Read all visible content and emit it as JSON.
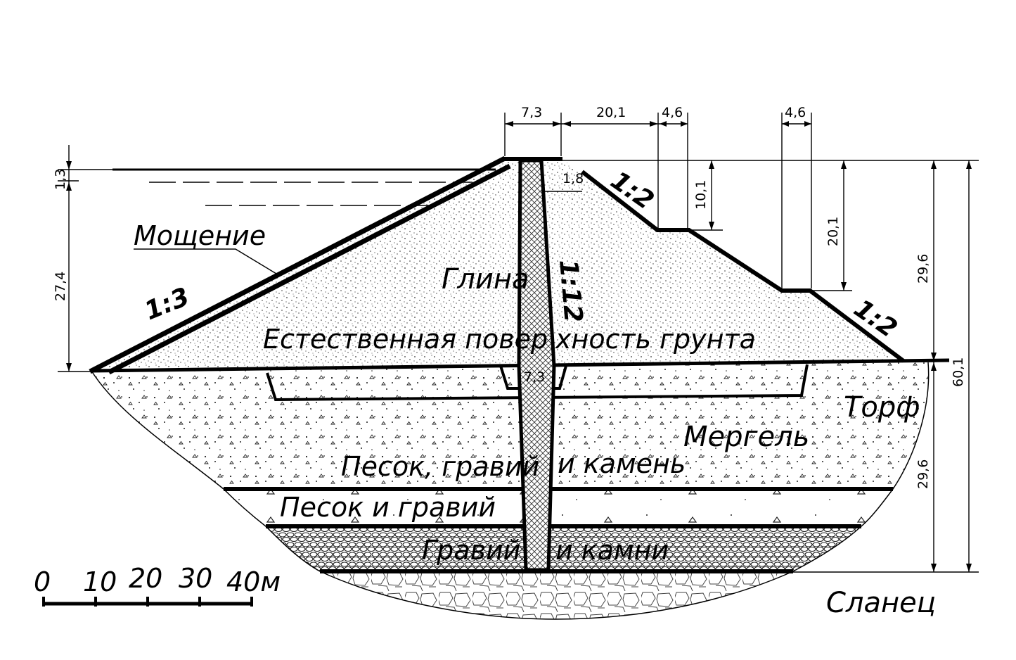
{
  "colors": {
    "ink": "#000000",
    "background": "#ffffff",
    "core_hatch": "#cccccc"
  },
  "materials": {
    "clay": "Глина",
    "ground_surface_left": "Естественная повер",
    "ground_surface_right": "хность грунта",
    "peat": "Торф",
    "marl": "Мергель",
    "sand_gravel_stone_left": "Песок, гравий",
    "sand_gravel_stone_right": "и камень",
    "sand_and_gravel": "Песок и гравий",
    "gravel_left": "Гравий",
    "gravel_right": "и камни",
    "shale": "Сланец",
    "paving": "Мощение"
  },
  "slopes": {
    "upstream": "1:3",
    "downstream_upper": "1:2",
    "downstream_lower": "1:2",
    "core": "1:12"
  },
  "dimensions": {
    "crest_width": "7,3",
    "berm_offset": "20,1",
    "berm_width_1": "4,6",
    "berm_width_2": "4,6",
    "freeboard": "1,3",
    "upstream_height": "27,4",
    "core_top": "1,8",
    "berm_drop_1": "10,1",
    "berm_drop_2": "20,1",
    "dam_height": "29,6",
    "foundation_depth": "29,6",
    "total_height": "60,1",
    "core_base_width": "7,3"
  },
  "scale_bar": {
    "ticks": [
      "0",
      "10",
      "20",
      "30",
      "40м"
    ]
  }
}
